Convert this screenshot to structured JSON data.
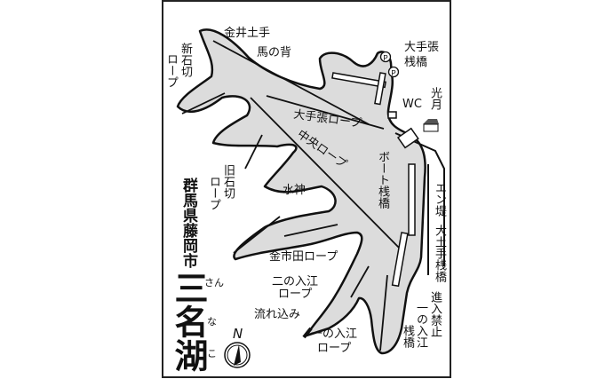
{
  "map": {
    "prefecture_city": "群馬県藤岡市",
    "lake_name": "三名湖",
    "lake_reading": [
      "さん",
      "な",
      "こ"
    ],
    "compass": "N",
    "colors": {
      "water": "#dcdcdc",
      "shore": "#111111",
      "land": "#ffffff"
    },
    "icons": [
      "parking-icon",
      "parking-icon",
      "building-icon",
      "toilet-icon"
    ],
    "labels": {
      "kanai_dote": "金井土手",
      "uma_no_se": "馬の背",
      "shin_ishikiri_1": "新石切",
      "shin_ishikiri_2": "ロープ",
      "ootebari_sanbashi_1": "大手張",
      "ootebari_sanbashi_2": "桟橋",
      "kougetsu": "光月",
      "wc": "WC",
      "ootebari_rope": "大手張ロープ",
      "chuou_rope": "中央ロープ",
      "boat_sanbashi": "ボート桟橋",
      "kyu_ishikiri_1": "旧石切",
      "kyu_ishikiri_2": "ロープ",
      "suijin": "水神",
      "entei": "エン堤",
      "oodote_sanbashi": "大土手桟橋",
      "shinnyu_kinshi": "進入禁止",
      "ichi_irie_sanbashi_1": "一の入江",
      "ichi_irie_sanbashi_2": "桟橋",
      "kanaida_rope": "金市田ロープ",
      "ni_irie_rope_1": "二の入江",
      "ni_irie_rope_2": "ロープ",
      "nagarekomi": "流れ込み",
      "ichi_irie_rope_1": "一の入江",
      "ichi_irie_rope_2": "ロープ"
    }
  }
}
